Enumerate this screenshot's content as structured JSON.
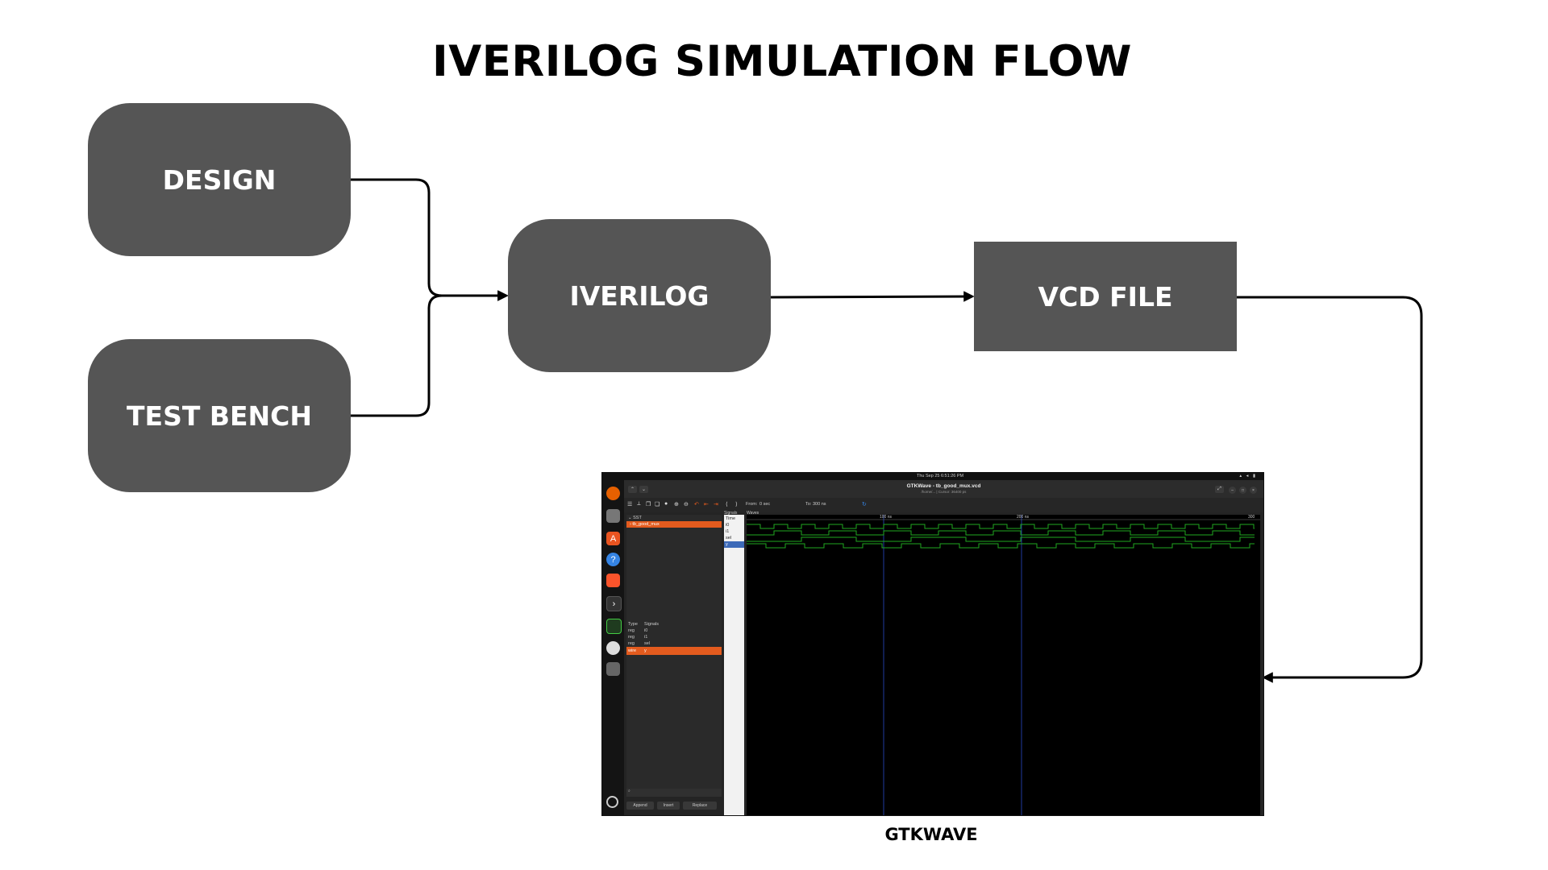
{
  "title": "IVERILOG SIMULATION FLOW",
  "nodes": {
    "design": "DESIGN",
    "testbench": "TEST BENCH",
    "iverilog": "IVERILOG",
    "vcd": "VCD FILE"
  },
  "caption": "GTKWAVE",
  "colors": {
    "node_fill": "#555555",
    "node_text": "#ffffff",
    "arrow": "#000000"
  },
  "screenshot": {
    "clock": "Thu Sep 25  6:51:26 PM",
    "window_title": "GTKWave - tb_good_mux.vcd",
    "window_subtitle": "/home/...   |  Cursor: 36400 ps",
    "from_label": "From:",
    "from_value": "0 sec",
    "to_label": "To:",
    "to_value": "300 ns",
    "sst_label": "SST",
    "sst_item": "tb_good_mux",
    "signal_table_header": {
      "type": "Type",
      "signals": "Signals"
    },
    "signal_table": [
      {
        "type": "reg",
        "name": "i0"
      },
      {
        "type": "reg",
        "name": "i1"
      },
      {
        "type": "reg",
        "name": "sel"
      },
      {
        "type": "wire",
        "name": "y"
      }
    ],
    "buttons": {
      "append": "Append",
      "insert": "Insert",
      "replace": "Replace"
    },
    "signals_header": "Signals",
    "waves_header": "Waves",
    "signals_list": [
      "Time",
      "i0",
      "i1",
      "sel",
      "y"
    ],
    "time_markers": [
      "100 ns",
      "200 ns",
      "300"
    ]
  }
}
